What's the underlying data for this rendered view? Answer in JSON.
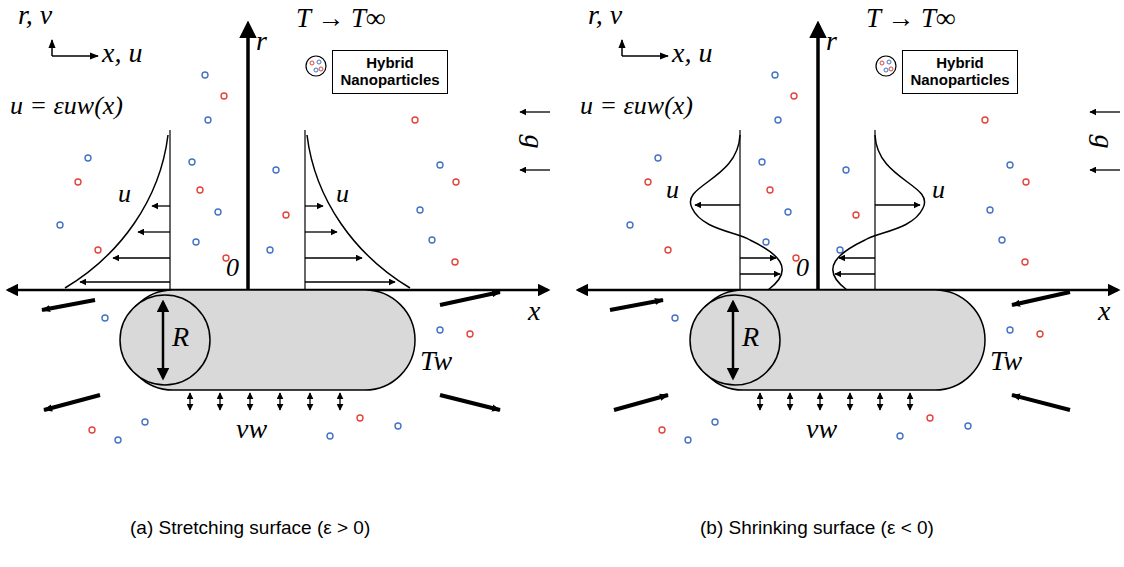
{
  "diagram": {
    "nodes": [
      {
        "text": [
          "Hybrid Nanoparticles"
        ]
      },
      {
        "text": [
          "Hybrid Nanoparticles"
        ]
      }
    ],
    "labels": [
      "r, v",
      "x, u",
      "T → T∞",
      "r",
      "u = εuw(x)",
      "u",
      "u",
      "g",
      "0",
      "x",
      "R",
      "Tw",
      "vw",
      "(a) Stretching surface (ε > 0)",
      "r, v",
      "x, u",
      "T → T∞",
      "r",
      "u = εuw(x)",
      "u",
      "u",
      "g",
      "0",
      "x",
      "R",
      "Tw",
      "vw",
      "(b) Shrinking surface (ε < 0)"
    ]
  }
}
